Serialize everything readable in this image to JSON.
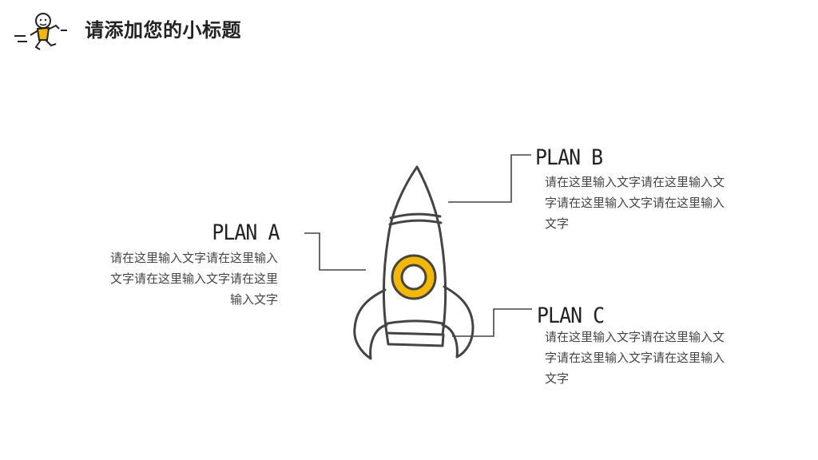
{
  "header": {
    "title": "请添加您的小标题",
    "mascot_icon": "running-stick-figure-icon"
  },
  "rocket": {
    "icon": "rocket-icon",
    "outline_color": "#444444",
    "window_color": "#f5b800"
  },
  "plans": {
    "a": {
      "heading": "PLAN A",
      "text": "请在这里输入文字请在这里输入文字请在这里输入文字请在这里输入文字"
    },
    "b": {
      "heading": "PLAN B",
      "text": "请在这里输入文字请在这里输入文字请在这里输入文字请在这里输入文字"
    },
    "c": {
      "heading": "PLAN C",
      "text": "请在这里输入文字请在这里输入文字请在这里输入文字请在这里输入文字"
    }
  }
}
